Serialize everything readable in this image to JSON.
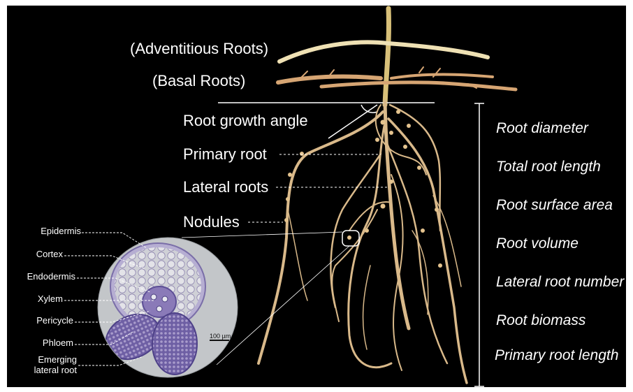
{
  "root_class_labels": {
    "adventitious": "(Adventitious Roots)",
    "basal": "(Basal Roots)"
  },
  "root_parts": {
    "growth_angle": "Root growth angle",
    "primary_root": "Primary root",
    "lateral_roots": "Lateral roots",
    "nodules": "Nodules"
  },
  "cross_section": {
    "labels": [
      "Epidermis",
      "Cortex",
      "Endodermis",
      "Xylem",
      "Pericycle",
      "Phloem"
    ],
    "emerging_line1": "Emerging",
    "emerging_line2": "lateral root",
    "scale_bar": "100 µm"
  },
  "traits": [
    "Root diameter",
    "Total root length",
    "Root surface area",
    "Root volume",
    "Lateral root number",
    "Root biomass",
    "Primary root length"
  ],
  "colors": {
    "background": "#000000",
    "text": "#ffffff",
    "root": "#d9b98a",
    "adventitious_root": "#efe1b4",
    "basal_root": "#d6a573",
    "section_bg": "#c3c6c9",
    "tissue": "#7a6ea8"
  }
}
